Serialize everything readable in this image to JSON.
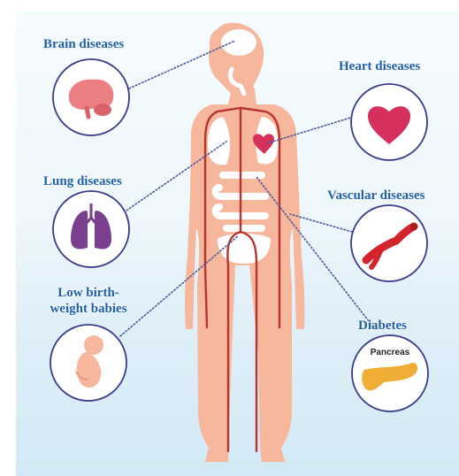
{
  "colors": {
    "body_skin": "#f6b79d",
    "organ_white": "#ffffff",
    "vessel_red": "#b8342f",
    "label_blue": "#1f5fab",
    "circle_border": "#3a3a8c",
    "brain": "#ec7f83",
    "heart": "#d6315d",
    "lung": "#7a3f8f",
    "vessel_icon": "#d3242e",
    "pancreas": "#efad35",
    "fetus": "#f6b79d"
  },
  "labels": {
    "brain": "Brain diseases",
    "heart": "Heart diseases",
    "lung": "Lung diseases",
    "vascular": "Vascular diseases",
    "low_birth_line1": "Low birth-",
    "low_birth_line2": "weight babies",
    "diabetes": "Diabetes",
    "pancreas": "Pancreas"
  },
  "icons": {
    "brain": "brain-icon",
    "heart": "heart-icon",
    "lung": "lungs-icon",
    "vascular": "blood-vessel-icon",
    "low_birth": "fetus-icon",
    "diabetes": "pancreas-icon"
  }
}
